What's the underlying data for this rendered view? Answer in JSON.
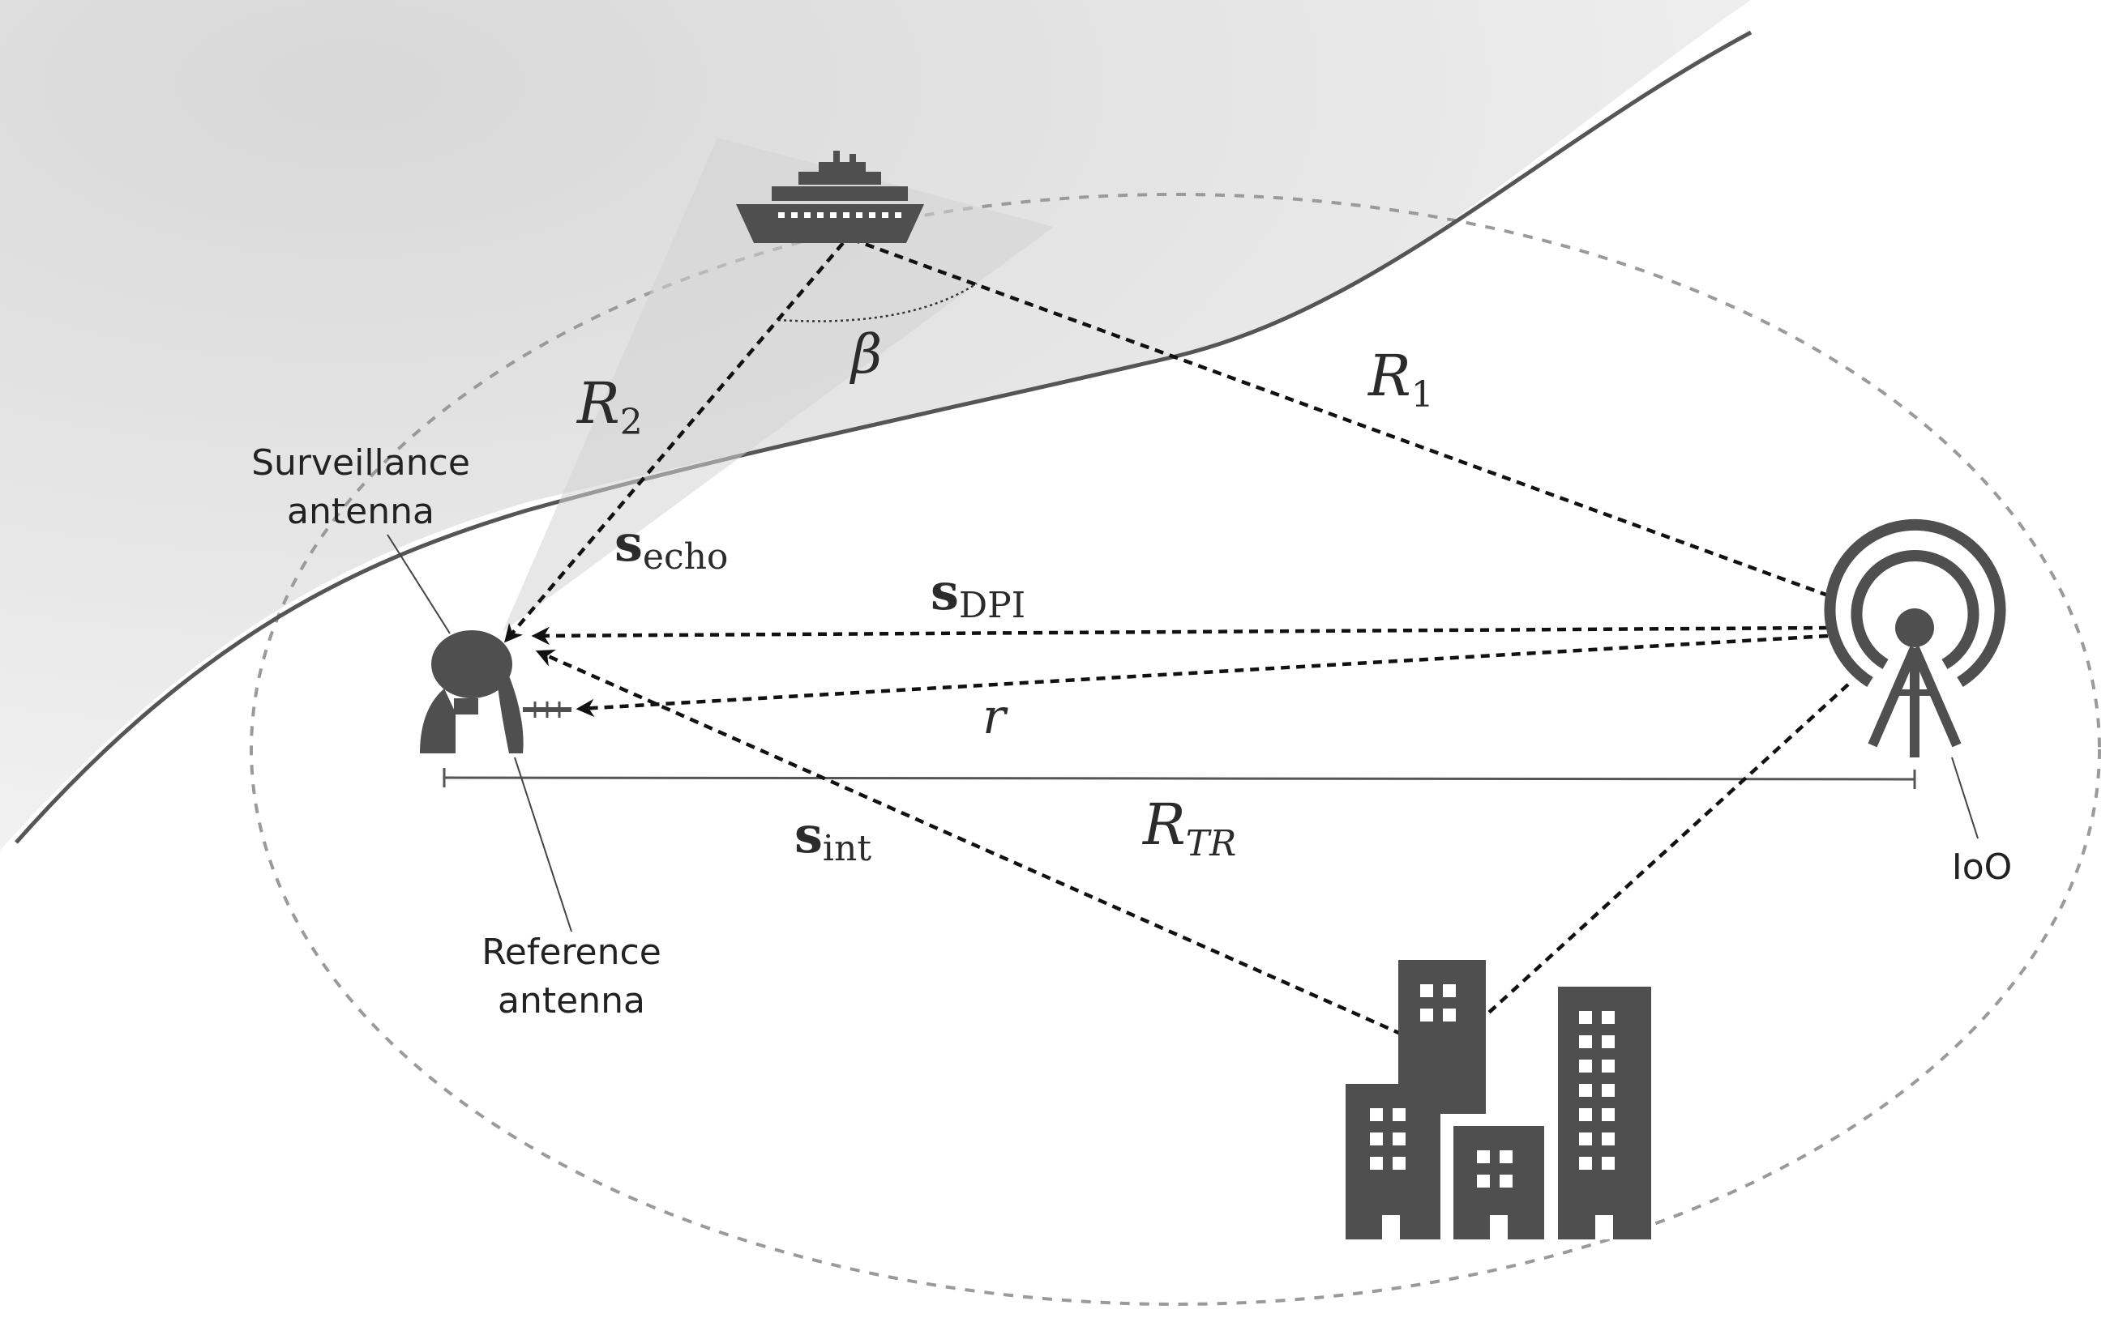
{
  "labels": {
    "surveillance_line1": "Surveillance",
    "surveillance_line2": "antenna",
    "reference_line1": "Reference",
    "reference_line2": "antenna",
    "ioo": "IoO",
    "r1": "R",
    "r1_sub": "1",
    "r2": "R",
    "r2_sub": "2",
    "rtr": "R",
    "rtr_sub": "TR",
    "beta": "β",
    "r_small": "r",
    "s_echo": "s",
    "s_echo_sub": "echo",
    "s_dpi": "s",
    "s_dpi_sub": "DPI",
    "s_int": "s",
    "s_int_sub": "int"
  },
  "colors": {
    "sea": "#e6e6e6",
    "ellipse": "#9a9a9a",
    "coastline": "#555555",
    "icon": "#4f4f4f",
    "signal": "#111111"
  }
}
